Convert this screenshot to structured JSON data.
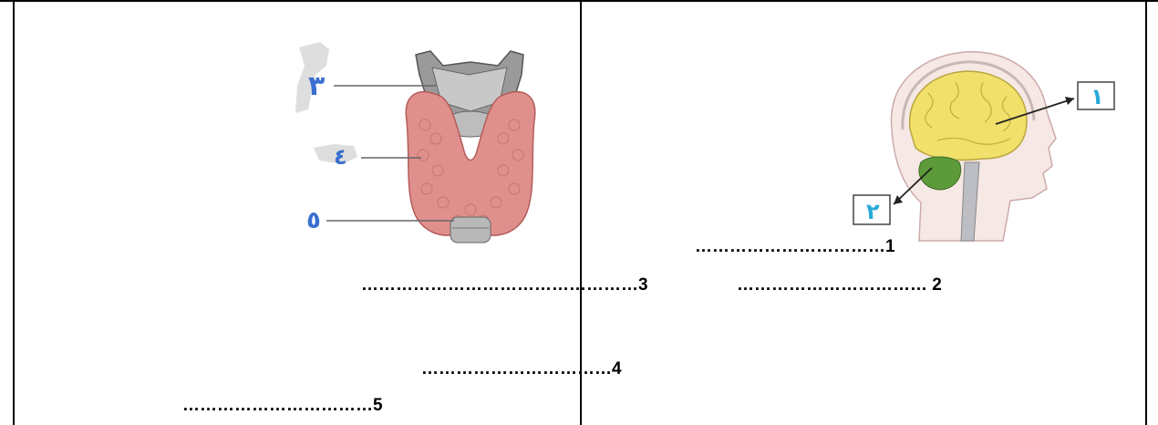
{
  "worksheet": {
    "left_cell": {
      "figure": {
        "icon": "thyroid-larynx-illustration",
        "labels": [
          "٣",
          "٤",
          "٥"
        ],
        "label_color": "#3a6fd0"
      },
      "answers": [
        {
          "dots": "…………………………………………",
          "num": "3"
        },
        {
          "dots": "……………………………",
          "num": "4"
        },
        {
          "dots": "……………………………",
          "num": "5"
        }
      ]
    },
    "right_cell": {
      "figure": {
        "icon": "brain-head-profile-illustration",
        "labels": [
          "١",
          "٢"
        ],
        "label_color": "#2aa9d8"
      },
      "answers": [
        {
          "dots": "……………………………",
          "num": "1"
        },
        {
          "dots": "……………………………",
          "num": "2"
        }
      ]
    }
  }
}
